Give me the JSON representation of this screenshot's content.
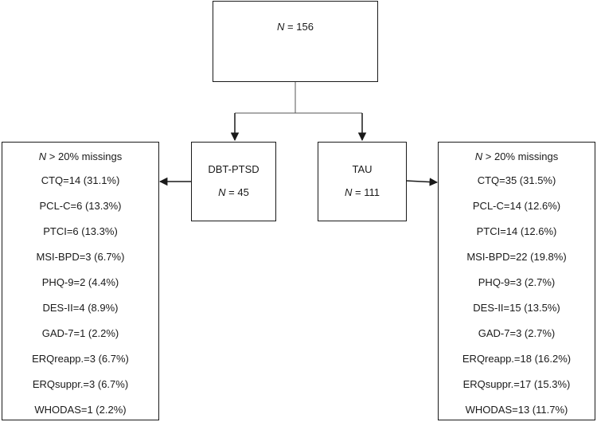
{
  "total": {
    "n_symbol": "N",
    "text": " = 156"
  },
  "groups": {
    "dbt": {
      "name": "DBT-PTSD",
      "n_symbol": "N",
      "n_text": " = 45"
    },
    "tau": {
      "name": "TAU",
      "n_symbol": "N",
      "n_text": " = 111"
    }
  },
  "missings_left": {
    "header_symbol": "N",
    "header_text": " > 20% missings",
    "items": [
      "CTQ=14 (31.1%)",
      "PCL-C=6 (13.3%)",
      "PTCI=6 (13.3%)",
      "MSI-BPD=3 (6.7%)",
      "PHQ-9=2 (4.4%)",
      "DES-II=4 (8.9%)",
      "GAD-7=1 (2.2%)",
      "ERQreapp.=3 (6.7%)",
      "ERQsuppr.=3 (6.7%)",
      "WHODAS=1 (2.2%)"
    ]
  },
  "missings_right": {
    "header_symbol": "N",
    "header_text": " > 20% missings",
    "items": [
      "CTQ=35 (31.5%)",
      "PCL-C=14 (12.6%)",
      "PTCI=14 (12.6%)",
      "MSI-BPD=22 (19.8%)",
      "PHQ-9=3 (2.7%)",
      "DES-II=15 (13.5%)",
      "GAD-7=3 (2.7%)",
      "ERQreapp.=18 (16.2%)",
      "ERQsuppr.=17 (15.3%)",
      "WHODAS=13 (11.7%)"
    ]
  }
}
